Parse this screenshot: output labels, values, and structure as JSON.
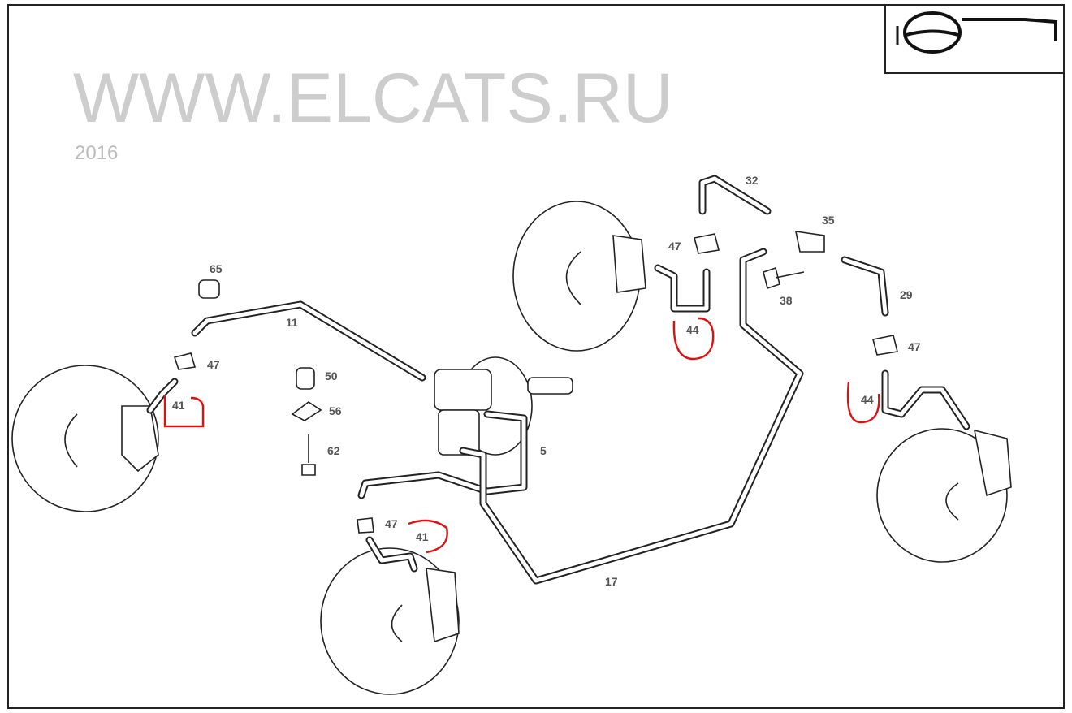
{
  "diagram": {
    "watermark": "WWW.ELCATS.RU",
    "watermark_year": "2016",
    "logo": "steering-wheel-lhd-symbol",
    "highlight_color": "#e01010",
    "part_labels": {
      "p65": "65",
      "p11": "11",
      "p47a": "47",
      "p50": "50",
      "p41a": "41",
      "p56": "56",
      "p62": "62",
      "p5": "5",
      "p47b": "47",
      "p41b": "41",
      "p17": "17",
      "p32": "32",
      "p35": "35",
      "p47c": "47",
      "p44a": "44",
      "p38": "38",
      "p29": "29",
      "p47d": "47",
      "p44b": "44"
    }
  }
}
